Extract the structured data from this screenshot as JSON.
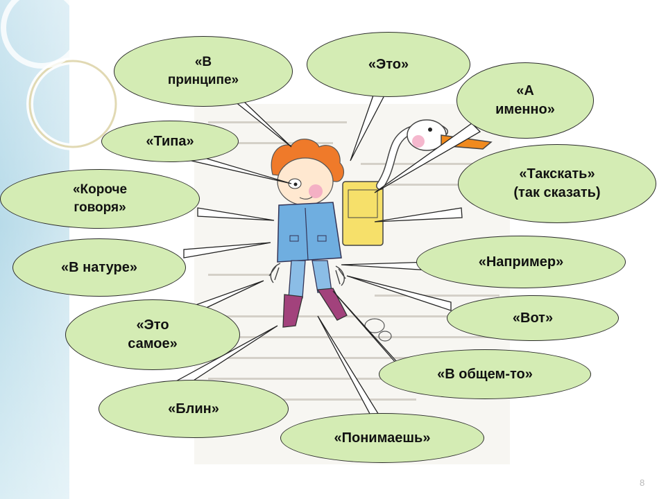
{
  "bubbles": {
    "v_printsipe": "«В\nпринципе»",
    "eto": "«Это»",
    "a_imenno": "«А\nименно»",
    "tipa": "«Типа»",
    "takskat": "«Такскать»\n(так сказать)",
    "koroche": "«Короче\nговоря»",
    "v_nature": "«В натуре»",
    "naprimer": "«Например»",
    "vot": "«Вот»",
    "eto_samoe": "«Это\nсамое»",
    "v_obshchem": "«В общем-то»",
    "blin": "«Блин»",
    "ponimaesh": "«Понимаешь»"
  },
  "page_number": "8",
  "colors": {
    "bubble_fill": "#d4ecb4",
    "bubble_border": "#2b2b2b",
    "side_band": "#b8dbe9"
  }
}
